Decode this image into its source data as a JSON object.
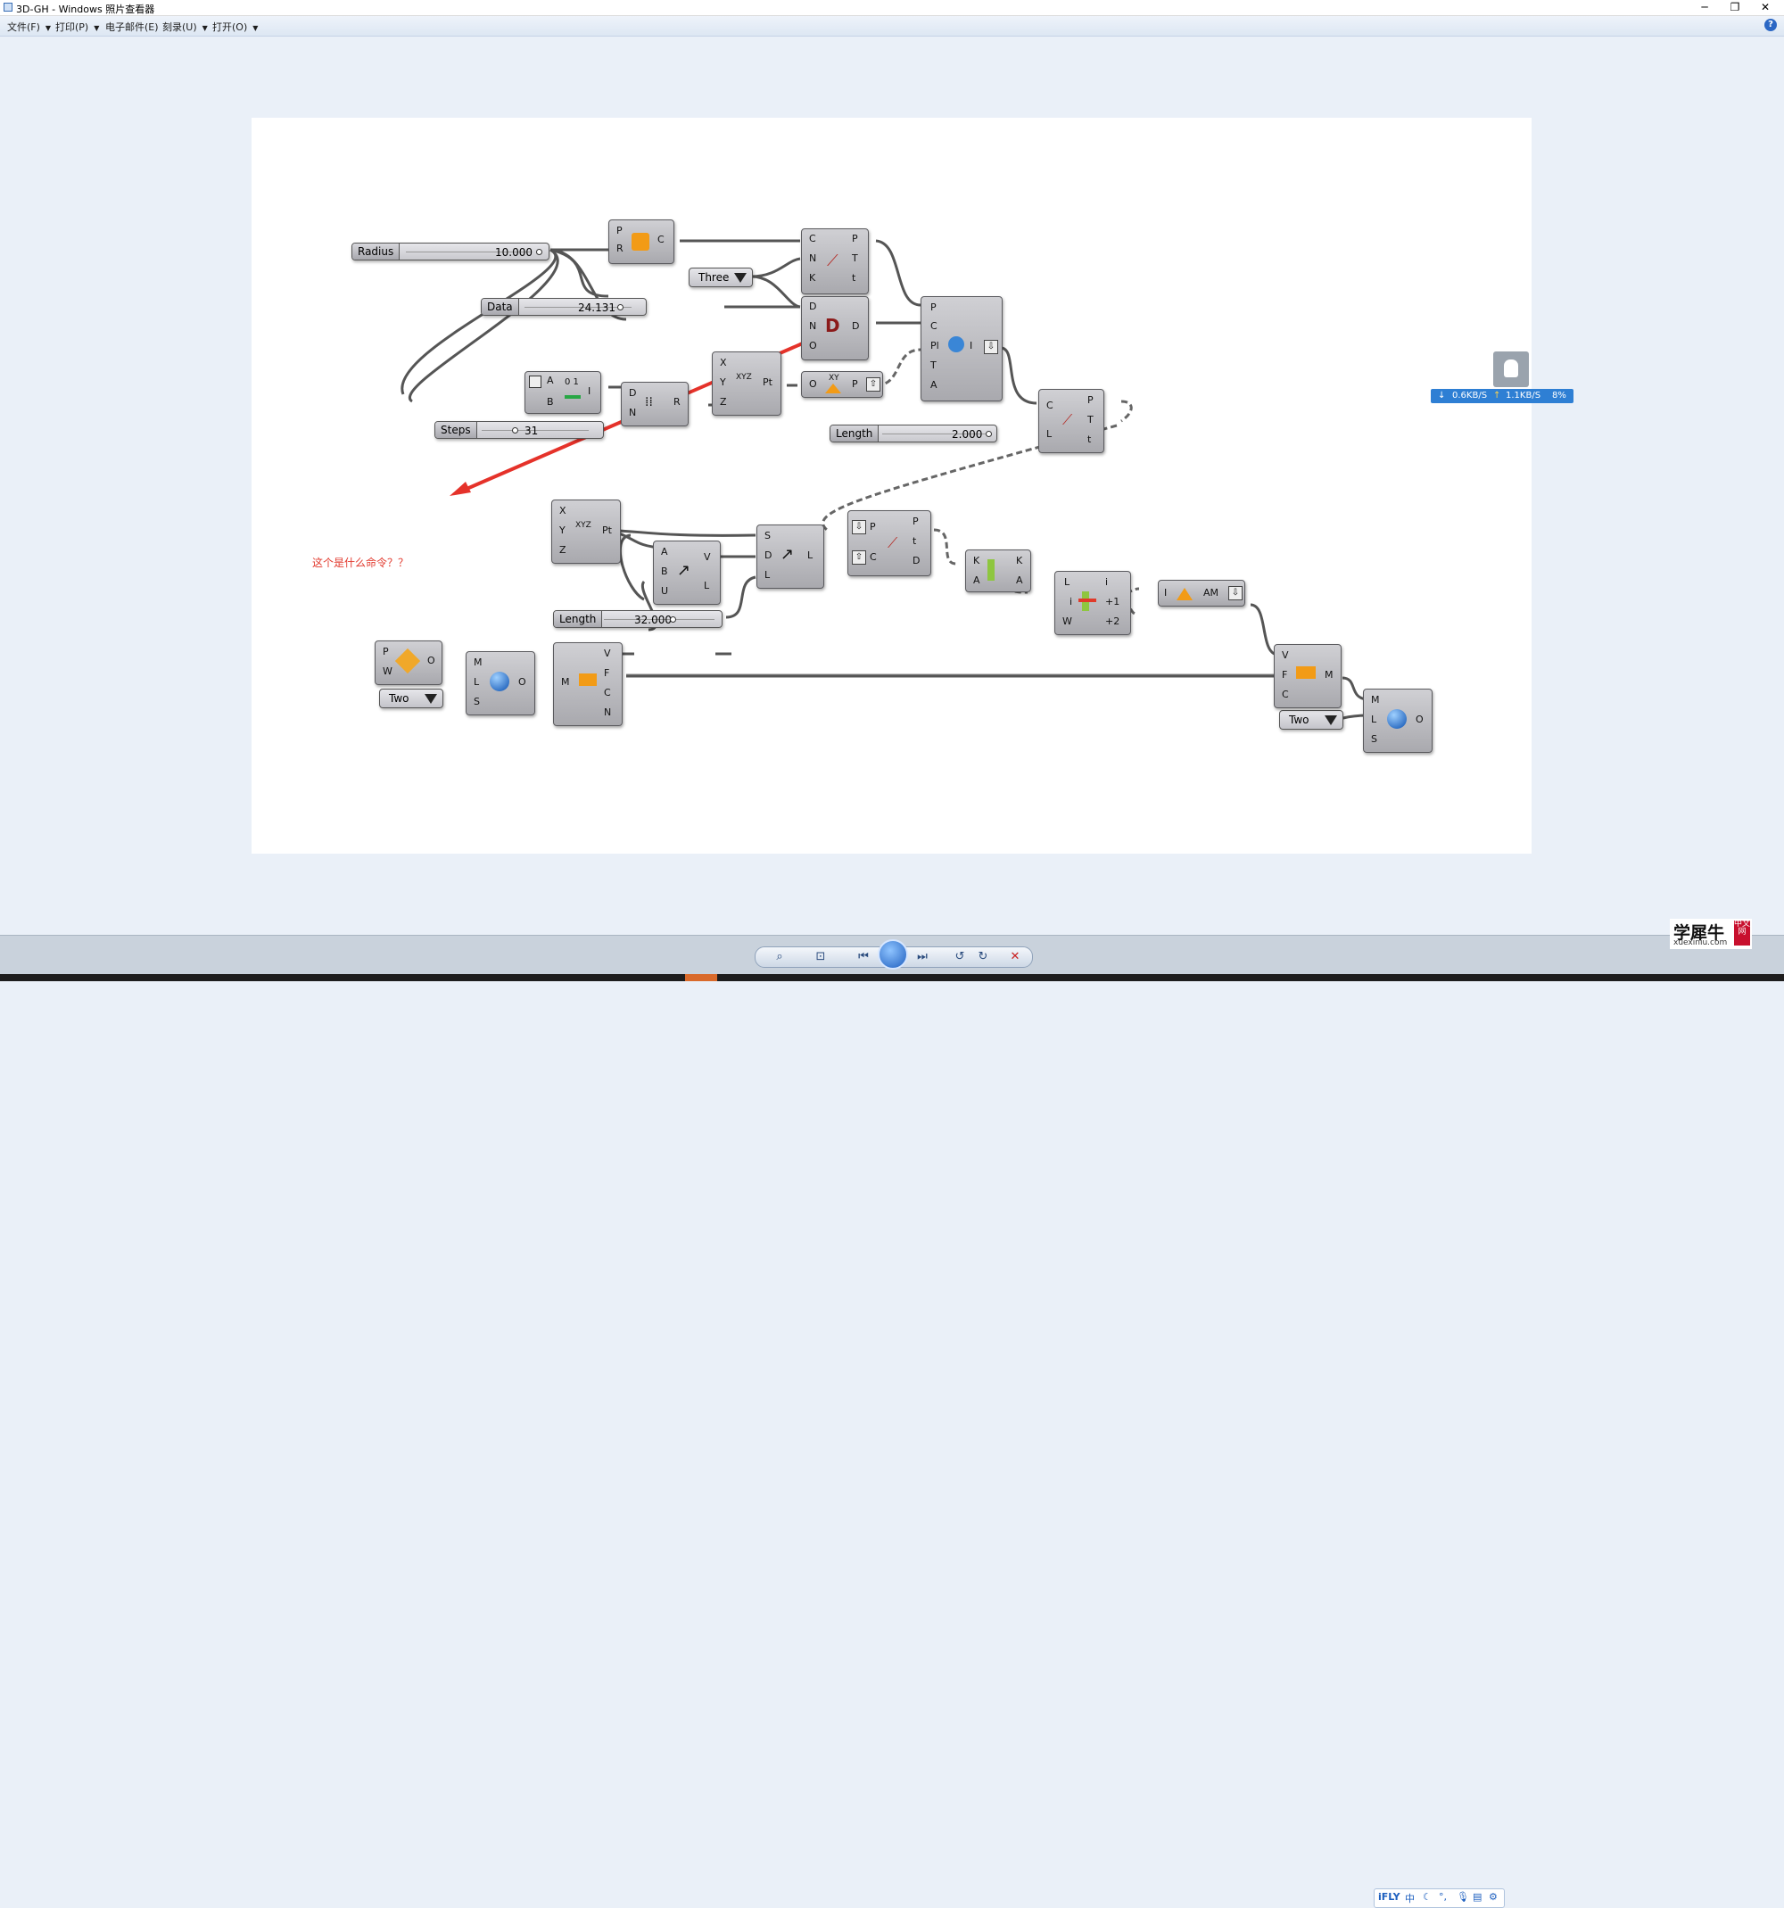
{
  "window": {
    "title": "3D-GH - Windows 照片查看器",
    "controls": {
      "minimize": "─",
      "restore": "❐",
      "close": "✕"
    }
  },
  "menubar": {
    "items": [
      "文件(F)",
      "打印(P)",
      "电子邮件(E)",
      "刻录(U)",
      "打开(O)"
    ],
    "help_icon": "?"
  },
  "canvas": {
    "annotation_text": "这个是什么命令？？",
    "sliders": {
      "radius": {
        "label": "Radius",
        "value": "10.000"
      },
      "data": {
        "label": "Data",
        "value": "24.131"
      },
      "steps": {
        "label": "Steps",
        "value": "31"
      },
      "length1": {
        "label": "Length",
        "value": "2.000"
      },
      "length2": {
        "label": "Length",
        "value": "32.000"
      }
    },
    "value_lists": {
      "three": "Three",
      "two1": "Two",
      "two2": "Two"
    },
    "nodes": {
      "circle": {
        "in": [
          "P",
          "R"
        ],
        "out": [
          "C"
        ]
      },
      "divide_curve": {
        "in": [
          "C",
          "N",
          "K"
        ],
        "out": [
          "P",
          "T",
          "t"
        ]
      },
      "divide_distance": {
        "in": [
          "D",
          "N",
          "O"
        ],
        "out": [
          "D"
        ]
      },
      "series": {
        "in": [
          "A",
          "B"
        ],
        "out": [
          "I"
        ],
        "icon_text": "0 1"
      },
      "range": {
        "in": [
          "D",
          "N"
        ],
        "out": [
          "R"
        ]
      },
      "construct_point": {
        "in": [
          "X",
          "Y",
          "Z"
        ],
        "out": [
          "Pt"
        ],
        "icon_text": "XYZ"
      },
      "graph_mapper": {
        "in": [
          "O"
        ],
        "out": [
          "P"
        ],
        "icon_text": "XY"
      },
      "interp_curve": {
        "in": [
          "P",
          "C",
          "Pl",
          "T",
          "A"
        ],
        "out": [
          "I"
        ]
      },
      "evaluate_length": {
        "in": [
          "C",
          "L"
        ],
        "out": [
          "P",
          "T",
          "t"
        ]
      },
      "construct_point2": {
        "in": [
          "X",
          "Y",
          "Z"
        ],
        "out": [
          "Pt"
        ],
        "icon_text": "XYZ"
      },
      "vector_2pt": {
        "in": [
          "A",
          "B",
          "U"
        ],
        "out": [
          "V",
          "L"
        ]
      },
      "line_sdl": {
        "in": [
          "S",
          "D",
          "L"
        ],
        "out": [
          "L"
        ]
      },
      "curve_closest": {
        "in": [
          "P",
          "C"
        ],
        "out": [
          "P",
          "t",
          "D"
        ]
      },
      "deconstruct_k": {
        "in": [
          "K",
          "A"
        ],
        "out": [
          "K",
          "A"
        ]
      },
      "list_item": {
        "in": [
          "L",
          "i",
          "W"
        ],
        "out": [
          "i",
          "+1",
          "+2"
        ]
      },
      "amplitude": {
        "in": [
          "I"
        ],
        "out": [
          "AM"
        ]
      },
      "populate": {
        "in": [
          "P",
          "W"
        ],
        "out": [
          "O"
        ]
      },
      "sphere1": {
        "in": [
          "M",
          "L",
          "S"
        ],
        "out": [
          "O"
        ]
      },
      "deconstruct_mesh": {
        "in": [
          "M"
        ],
        "out": [
          "V",
          "F",
          "C",
          "N"
        ]
      },
      "construct_mesh": {
        "in": [
          "V",
          "F",
          "C"
        ],
        "out": [
          "M"
        ]
      },
      "sphere2": {
        "in": [
          "M",
          "L",
          "S"
        ],
        "out": [
          "O"
        ]
      }
    }
  },
  "network_widget": {
    "down": "0.6KB/S",
    "up": "1.1KB/S",
    "percent": "8%"
  },
  "toolbar": {
    "zoom_icon": "magnifier-icon",
    "fit_icon": "fit-icon",
    "prev_icon": "prev-icon",
    "slideshow_icon": "slideshow-icon",
    "next_icon": "next-icon",
    "rotate_ccw_icon": "rotate-ccw-icon",
    "rotate_cw_icon": "rotate-cw-icon",
    "delete_icon": "delete-icon"
  },
  "ime": {
    "label": "iFLY",
    "mode": "中"
  },
  "logo": {
    "name": "学犀牛",
    "url": "xuexiniu.com",
    "badge": "中文网"
  }
}
